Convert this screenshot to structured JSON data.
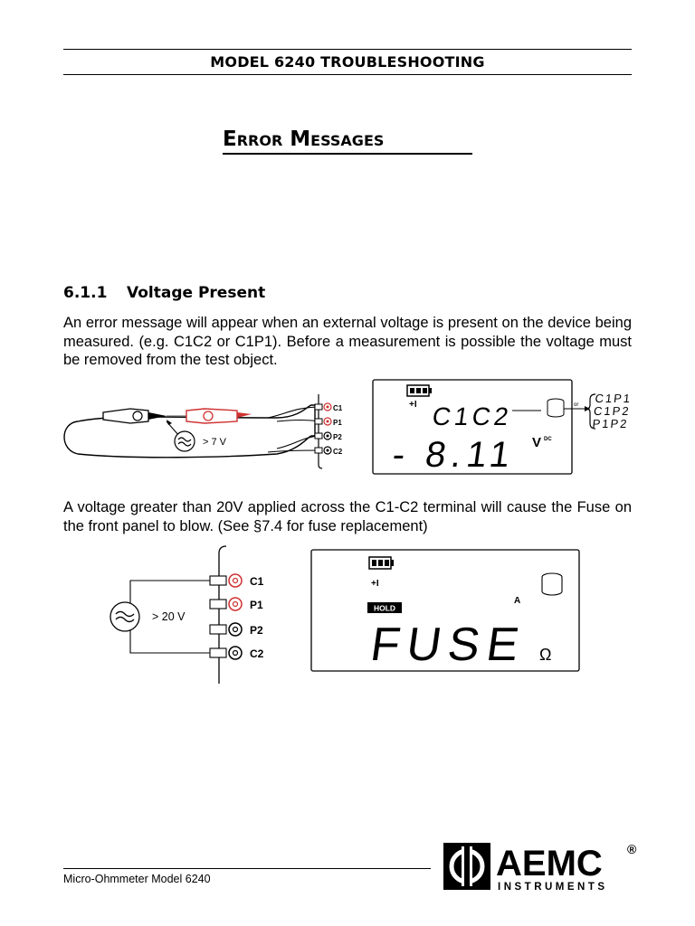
{
  "header": {
    "title": "MODEL 6240 TROUBLESHOOTING"
  },
  "page_title": "Error Messages",
  "section": {
    "number": "6.1.1",
    "title": "Voltage Present",
    "paragraph1": "An error message will appear when an external voltage is present on the device being measured. (e.g. C1C2 or C1P1). Before a measurement is possible the voltage must be removed from the test object.",
    "paragraph2": "A voltage greater than 20V applied across the C1-C2 terminal will cause the Fuse on the front panel to blow. (See §7.4 for fuse replacement)"
  },
  "figure1": {
    "voltage_label": "> 7 V",
    "terminals": [
      "C1",
      "P1",
      "P2",
      "C2"
    ],
    "display_top": "C1C2",
    "display_value": "- 8.11",
    "display_unit": "V",
    "display_unit_sub": "DC",
    "or_label": "or",
    "alternatives": [
      "C1P1",
      "C1P2",
      "P1P2"
    ]
  },
  "figure2": {
    "voltage_label": "> 20 V",
    "terminals": [
      "C1",
      "P1",
      "P2",
      "C2"
    ],
    "hold_label": "HOLD",
    "amp_label": "A",
    "display_text": "FUSE",
    "ohm_symbol": "Ω"
  },
  "footer": {
    "text": "Micro-Ohmmeter Model 6240",
    "logo_text": "AEMC",
    "logo_sub": "INSTRUMENTS",
    "registered": "®"
  }
}
